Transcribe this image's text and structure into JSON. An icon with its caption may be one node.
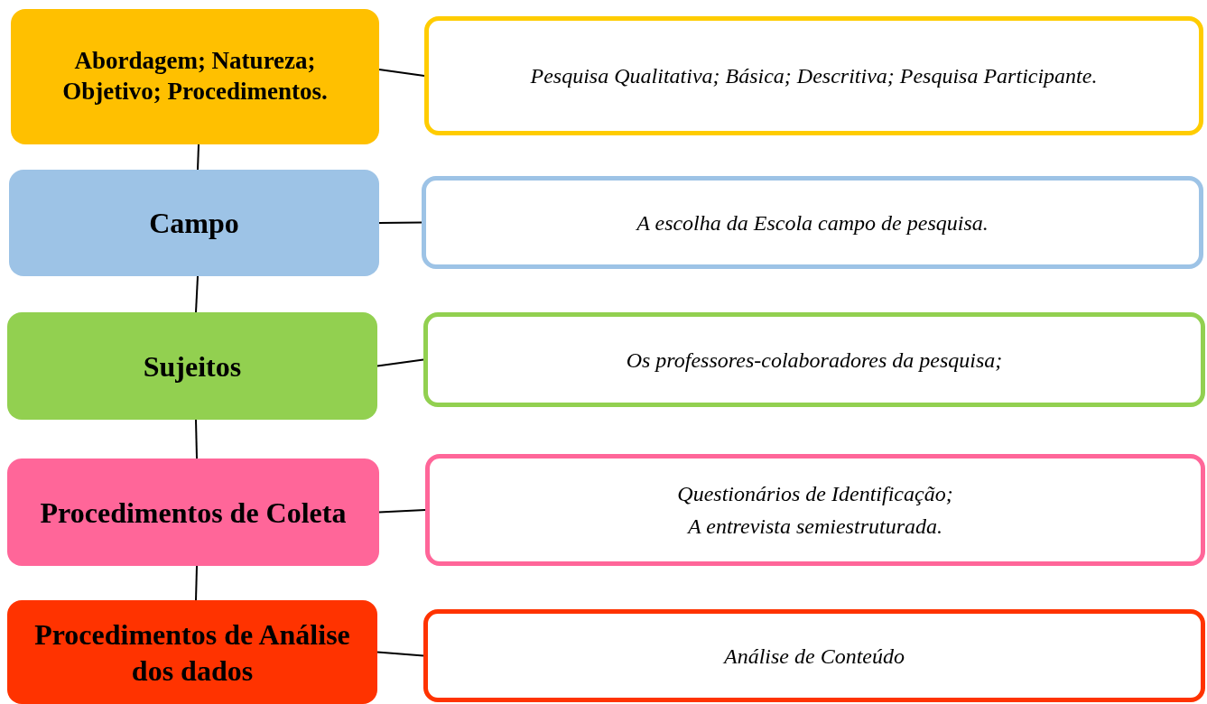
{
  "diagram": {
    "nodes": [
      {
        "text": [
          "Abordagem; Natureza; Objetivo; Procedimentos."
        ]
      },
      {
        "text": [
          "Pesquisa Qualitativa; Básica; Descritiva; Pesquisa Participante."
        ]
      },
      {
        "text": [
          "Campo"
        ]
      },
      {
        "text": [
          "A escolha da Escola campo de pesquisa."
        ]
      },
      {
        "text": [
          "Sujeitos"
        ]
      },
      {
        "text": [
          "Os professores-colaboradores da pesquisa;"
        ]
      },
      {
        "text": [
          "Procedimentos de Coleta"
        ]
      },
      {
        "text": [
          "Questionários de Identificação;",
          "A entrevista semiestruturada."
        ]
      },
      {
        "text": [
          "Procedimentos de Análise dos dados"
        ]
      },
      {
        "text": [
          "Análise de Conteúdo"
        ]
      }
    ],
    "edges": [
      {
        "from": 0,
        "to": 1,
        "arrow": "none"
      },
      {
        "from": 2,
        "to": 3,
        "arrow": "none"
      },
      {
        "from": 4,
        "to": 5,
        "arrow": "none"
      },
      {
        "from": 6,
        "to": 7,
        "arrow": "none"
      },
      {
        "from": 8,
        "to": 9,
        "arrow": "none"
      },
      {
        "from": 0,
        "to": 2,
        "arrow": "none"
      },
      {
        "from": 2,
        "to": 4,
        "arrow": "none"
      },
      {
        "from": 4,
        "to": 6,
        "arrow": "none"
      },
      {
        "from": 6,
        "to": 8,
        "arrow": "none"
      }
    ]
  }
}
